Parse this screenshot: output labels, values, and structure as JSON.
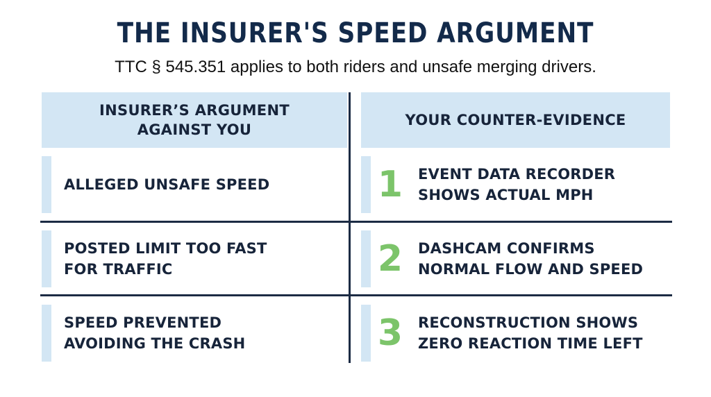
{
  "title": "THE INSURER'S SPEED ARGUMENT",
  "subtitle": "TTC § 545.351 applies to both riders and unsafe merging drivers.",
  "table": {
    "headers": {
      "left": "INSURER’S ARGUMENT AGAINST YOU",
      "right": "YOUR COUNTER-EVIDENCE"
    },
    "rows": [
      {
        "argument": "ALLEGED UNSAFE SPEED",
        "number": "1",
        "evidence_line1": "EVENT DATA RECORDER",
        "evidence_line2": "SHOWS ACTUAL MPH"
      },
      {
        "argument_line1": "POSTED LIMIT TOO FAST",
        "argument_line2": "FOR TRAFFIC",
        "number": "2",
        "evidence_line1": "DASHCAM CONFIRMS",
        "evidence_line2": "NORMAL FLOW AND SPEED"
      },
      {
        "argument_line1": "SPEED PREVENTED",
        "argument_line2": "AVOIDING THE CRASH",
        "number": "3",
        "evidence_line1": "RECONSTRUCTION SHOWS",
        "evidence_line2": "ZERO REACTION TIME LEFT"
      }
    ]
  },
  "colors": {
    "header_bg": "#d3e6f4",
    "accent_green": "#7cc46a",
    "navy": "#132a4a"
  }
}
